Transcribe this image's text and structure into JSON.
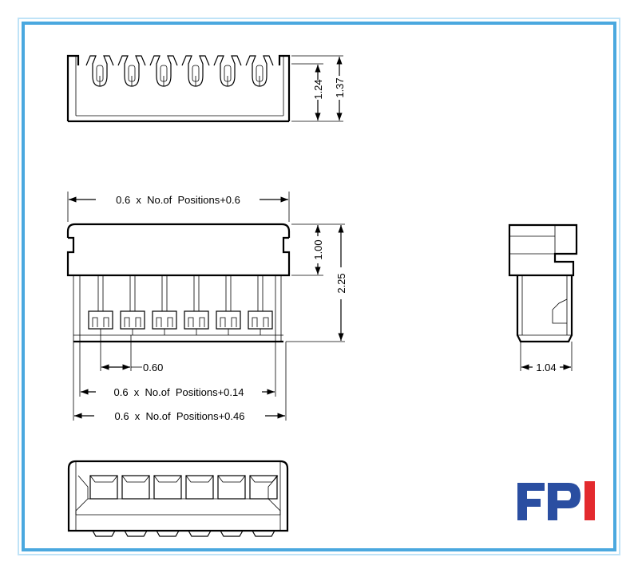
{
  "dimensions": {
    "side_height_inner": "1.24",
    "side_height_outer": "1.37",
    "top_width": "0.6  x  No.of  Positions+0.6",
    "upper_height": "1.00",
    "total_height": "2.25",
    "pitch": "0.60",
    "pin_span": "0.6  x  No.of  Positions+0.14",
    "overall_width": "0.6  x  No.of  Positions+0.46",
    "end_width": "1.04"
  },
  "logo": {
    "text": "FPI",
    "colors": {
      "blue": "#2a4ea1",
      "red": "#e32a2e"
    }
  },
  "frame": {
    "outer_color": "#bfe3f7",
    "inner_color": "#4aa8df"
  }
}
